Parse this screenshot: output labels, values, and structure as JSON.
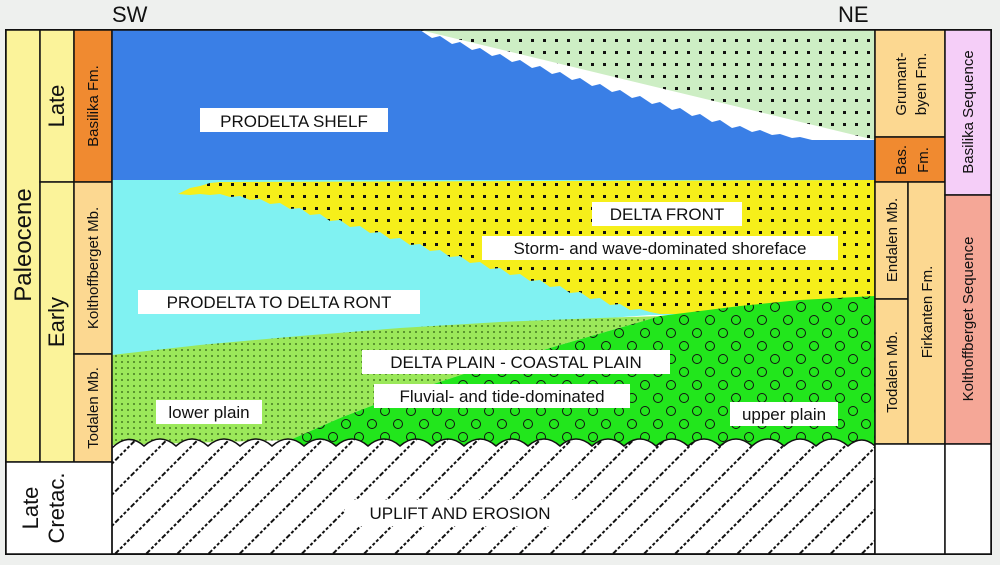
{
  "orientation": {
    "left": "SW",
    "right": "NE"
  },
  "time_column": {
    "epoch_paleocene": "Paleocene",
    "late": "Late",
    "early": "Early",
    "late_cretac_line1": "Late",
    "late_cretac_line2": "Cretac."
  },
  "units_left": {
    "basilika": "Basilika Fm.",
    "kolthoffberget": "Kolthoffberget Mb.",
    "todalen": "Todalen Mb."
  },
  "facies": {
    "prodelta_shelf": "PRODELTA SHELF",
    "delta_front": "DELTA FRONT",
    "shoreface": "Storm- and wave-dominated shoreface",
    "prodelta_to_delta_front": "PRODELTA TO DELTA RONT",
    "delta_plain": "DELTA PLAIN - COASTAL PLAIN",
    "fluvial": "Fluvial- and tide-dominated",
    "lower_plain": "lower plain",
    "upper_plain": "upper plain",
    "uplift": "UPLIFT AND EROSION"
  },
  "units_right": {
    "grumantbyen_line1": "Grumant-",
    "grumantbyen_line2": "byen Fm.",
    "bas_line1": "Bas.",
    "bas_line2": "Fm.",
    "endalen": "Endalen Mb.",
    "todalen": "Todalen Mb.",
    "firkanten": "Firkanten Fm."
  },
  "sequences": {
    "basilika": "Basilika Sequence",
    "kolthoffberget": "Kolthoffberget Sequence"
  },
  "colors": {
    "prodelta_shelf": "#3a7fe6",
    "delta_front": "#f6ef1a",
    "prodelta": "#80f2f2",
    "delta_plain_lower": "#9be85a",
    "delta_plain_upper": "#22e61c",
    "grumantbyen": "#cdeec4",
    "basilika_fm": "#f08a30",
    "tan": "#fcd891",
    "sequence_basilika": "#f5cef8",
    "sequence_kolthoffberget": "#f5a797",
    "epoch_column": "#fbf39a"
  }
}
